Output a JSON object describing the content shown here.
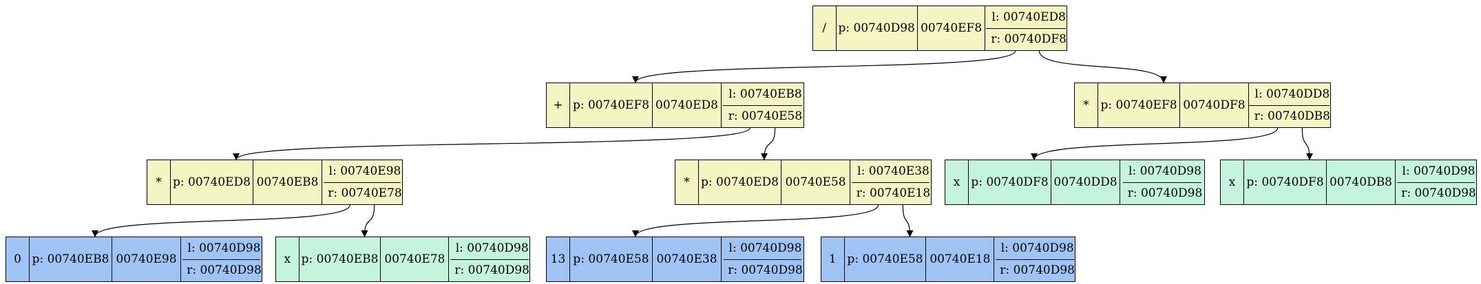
{
  "colors": {
    "op": "#f5f5c3",
    "var": "#c5f4de",
    "num": "#9fc3f5"
  },
  "nodes": [
    {
      "id": "n0",
      "value": "/",
      "kind": "op",
      "p": "p: 00740D98",
      "addr": "00740EF8",
      "l": "l: 00740ED8",
      "r": "r: 00740DF8"
    },
    {
      "id": "n1",
      "value": "+",
      "kind": "op",
      "p": "p: 00740EF8",
      "addr": "00740ED8",
      "l": "l: 00740EB8",
      "r": "r: 00740E58"
    },
    {
      "id": "n2",
      "value": "*",
      "kind": "op",
      "p": "p: 00740EF8",
      "addr": "00740DF8",
      "l": "l: 00740DD8",
      "r": "r: 00740DB8"
    },
    {
      "id": "n3",
      "value": "*",
      "kind": "op",
      "p": "p: 00740ED8",
      "addr": "00740EB8",
      "l": "l: 00740E98",
      "r": "r: 00740E78"
    },
    {
      "id": "n4",
      "value": "*",
      "kind": "op",
      "p": "p: 00740ED8",
      "addr": "00740E58",
      "l": "l: 00740E38",
      "r": "r: 00740E18"
    },
    {
      "id": "n5",
      "value": "x",
      "kind": "var",
      "p": "p: 00740DF8",
      "addr": "00740DD8",
      "l": "l: 00740D98",
      "r": "r: 00740D98"
    },
    {
      "id": "n6",
      "value": "x",
      "kind": "var",
      "p": "p: 00740DF8",
      "addr": "00740DB8",
      "l": "l: 00740D98",
      "r": "r: 00740D98"
    },
    {
      "id": "n7",
      "value": "0",
      "kind": "num",
      "p": "p: 00740EB8",
      "addr": "00740E98",
      "l": "l: 00740D98",
      "r": "r: 00740D98"
    },
    {
      "id": "n8",
      "value": "x",
      "kind": "var",
      "p": "p: 00740EB8",
      "addr": "00740E78",
      "l": "l: 00740D98",
      "r": "r: 00740D98"
    },
    {
      "id": "n9",
      "value": "13",
      "kind": "num",
      "p": "p: 00740E58",
      "addr": "00740E38",
      "l": "l: 00740D98",
      "r": "r: 00740D98"
    },
    {
      "id": "n10",
      "value": "1",
      "kind": "num",
      "p": "p: 00740E58",
      "addr": "00740E18",
      "l": "l: 00740D98",
      "r": "r: 00740D98"
    }
  ],
  "edges": [
    {
      "from": "n0",
      "to": "n1"
    },
    {
      "from": "n0",
      "to": "n2"
    },
    {
      "from": "n1",
      "to": "n3"
    },
    {
      "from": "n1",
      "to": "n4"
    },
    {
      "from": "n2",
      "to": "n5"
    },
    {
      "from": "n2",
      "to": "n6"
    },
    {
      "from": "n3",
      "to": "n7"
    },
    {
      "from": "n3",
      "to": "n8"
    },
    {
      "from": "n4",
      "to": "n9"
    },
    {
      "from": "n4",
      "to": "n10"
    }
  ]
}
